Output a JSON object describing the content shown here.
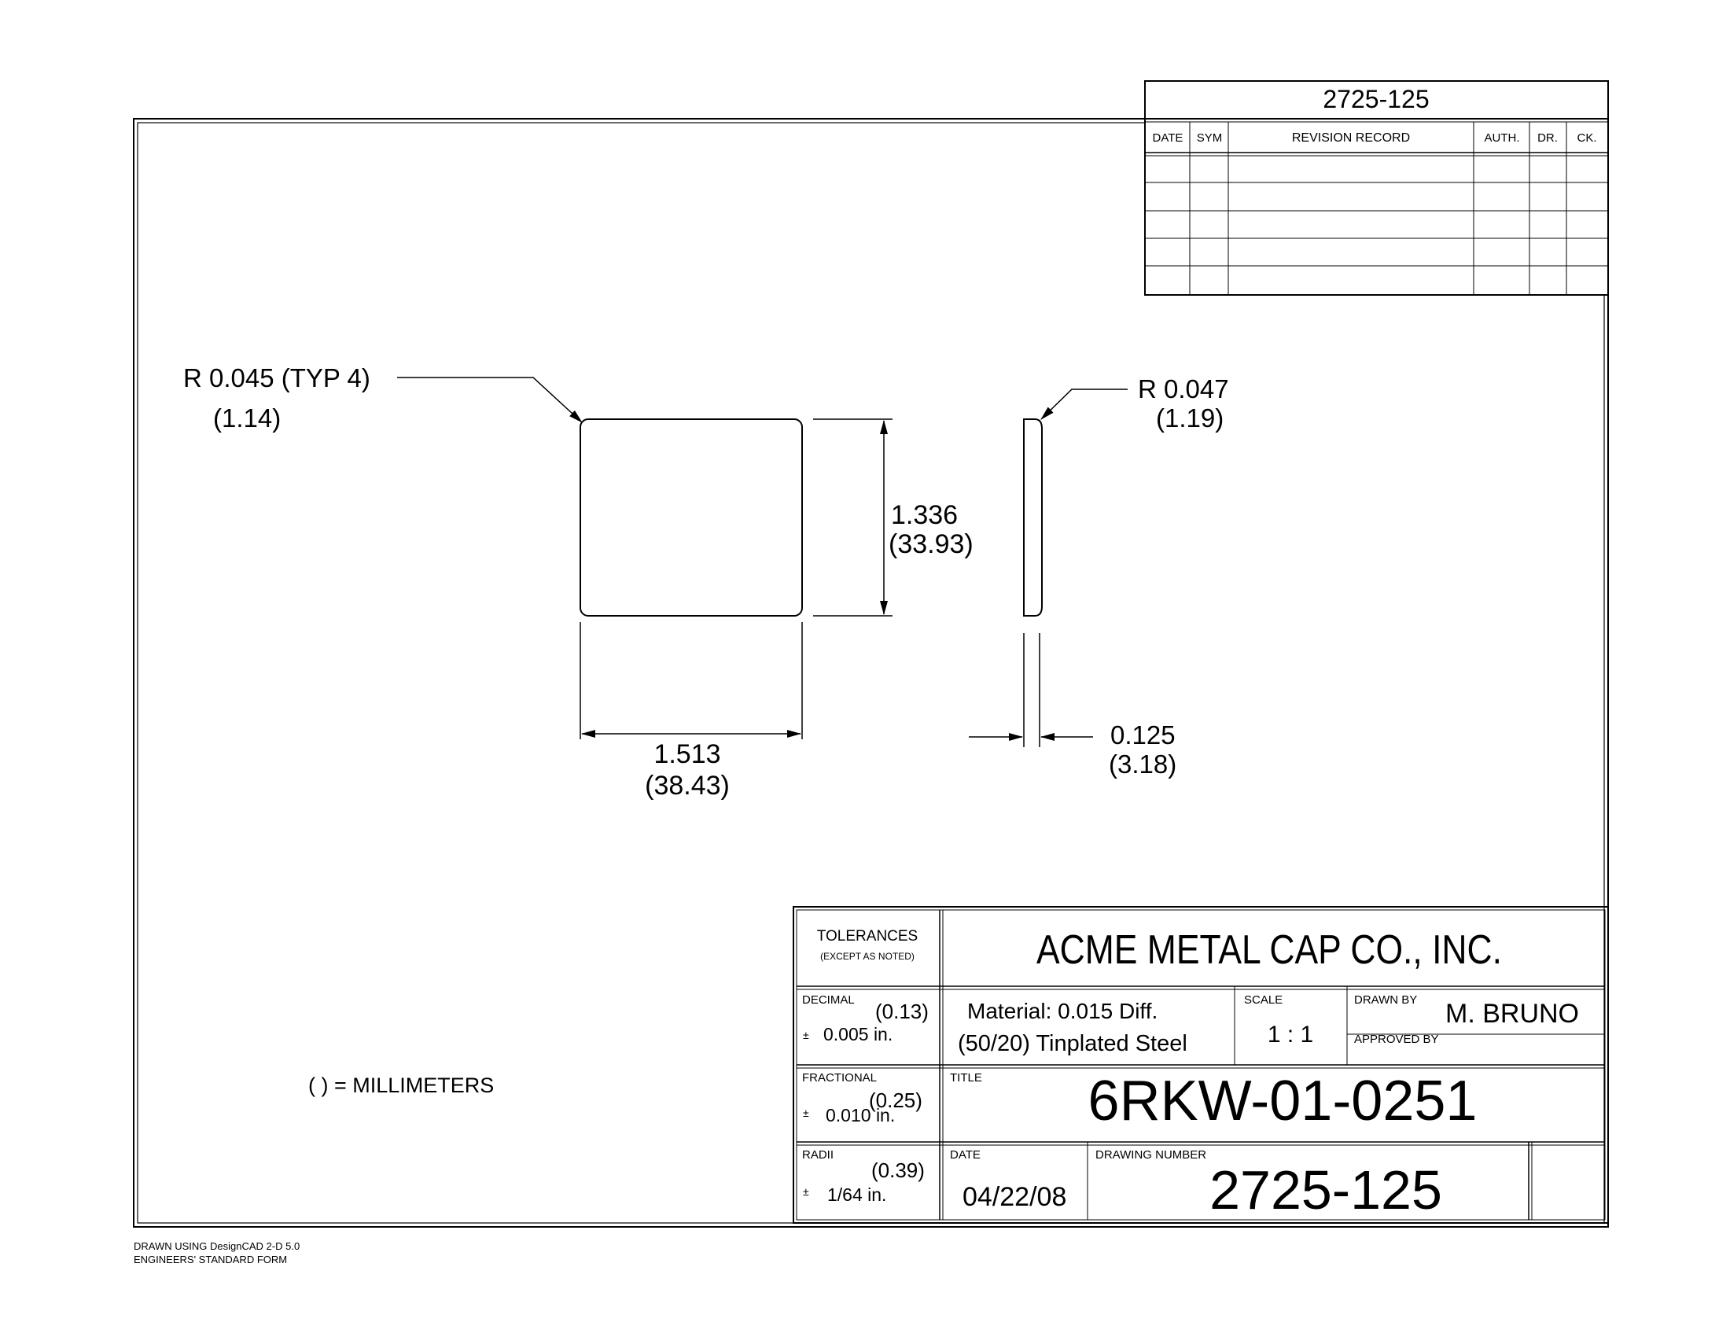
{
  "revision_block": {
    "number": "2725-125",
    "headers": {
      "date": "DATE",
      "sym": "SYM",
      "record": "REVISION RECORD",
      "auth": "AUTH.",
      "dr": "DR.",
      "ck": "CK."
    }
  },
  "drawing": {
    "front_view": {
      "corner_radius_in": "R 0.045 (TYP 4)",
      "corner_radius_mm": "(1.14)",
      "height_in": "1.336",
      "height_mm": "(33.93)",
      "width_in": "1.513",
      "width_mm": "(38.43)"
    },
    "side_view": {
      "edge_radius_in": "R 0.047",
      "edge_radius_mm": "(1.19)",
      "thickness_in": "0.125",
      "thickness_mm": "(3.18)"
    },
    "units_note": "( ) = MILLIMETERS"
  },
  "title_block": {
    "tolerances_label": "TOLERANCES",
    "tolerances_sub": "(EXCEPT AS NOTED)",
    "company": "ACME METAL CAP CO., INC.",
    "decimal_label": "DECIMAL",
    "decimal_mm": "(0.13)",
    "decimal_pm": "±",
    "decimal_in": "0.005 in.",
    "material_line1": "Material: 0.015 Diff.",
    "material_line2": "(50/20) Tinplated Steel",
    "scale_label": "SCALE",
    "scale_value": "1 : 1",
    "drawn_by_label": "DRAWN BY",
    "drawn_by_value": "M. BRUNO",
    "approved_by_label": "APPROVED BY",
    "fractional_label": "FRACTIONAL",
    "fractional_mm": "(0.25)",
    "fractional_pm": "±",
    "fractional_in": "0.010 in.",
    "title_label": "TITLE",
    "title_value": "6RKW-01-0251",
    "radii_label": "RADII",
    "radii_mm": "(0.39)",
    "radii_pm": "±",
    "radii_in": "1/64 in.",
    "date_label": "DATE",
    "date_value": "04/22/08",
    "drawing_number_label": "DRAWING NUMBER",
    "drawing_number_value": "2725-125"
  },
  "footer": {
    "line1": "DRAWN USING DesignCAD 2-D 5.0",
    "line2": "ENGINEERS' STANDARD FORM"
  }
}
